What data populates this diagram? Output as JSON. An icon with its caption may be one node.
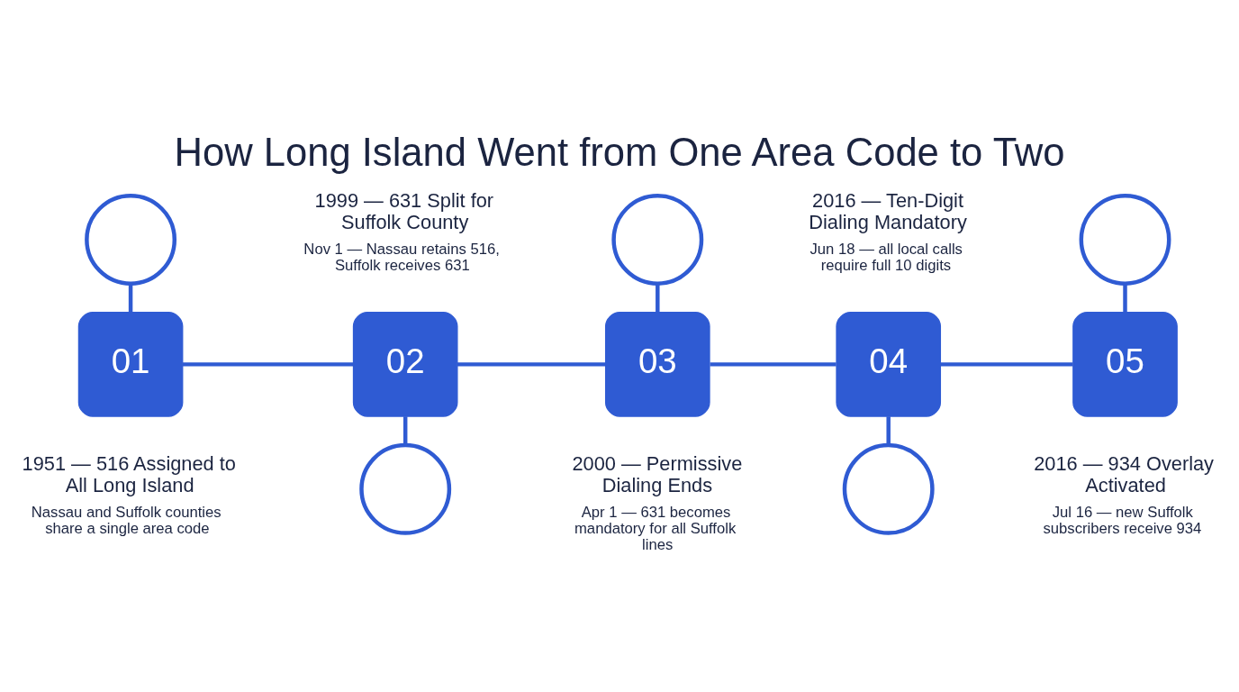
{
  "diagram": {
    "title": "How Long Island Went from One Area Code to Two",
    "nodes": [
      {
        "text": [
          "01"
        ],
        "beside": [
          "1951 — 516 Assigned to All Long Island",
          "Nassau and Suffolk counties share a single area code"
        ]
      },
      {
        "text": [
          "02"
        ],
        "beside": [
          "1999 — 631 Split for Suffolk County",
          "Nov 1 — Nassau retains 516, Suffolk receives 631"
        ]
      },
      {
        "text": [
          "03"
        ],
        "beside": [
          "2000 — Permissive Dialing Ends",
          "Apr 1 — 631 becomes mandatory for all Suffolk lines"
        ]
      },
      {
        "text": [
          "04"
        ],
        "beside": [
          "2016 — Ten-Digit Dialing Mandatory",
          "Jun 18 — all local calls require full 10 digits"
        ]
      },
      {
        "text": [
          "05"
        ],
        "beside": [
          "2016 — 934 Overlay Activated",
          "Jul 16 — new Suffolk subscribers receive 934"
        ]
      },
      {
        "text": [],
        "shape": "circle"
      },
      {
        "text": [],
        "shape": "circle"
      },
      {
        "text": [],
        "shape": "circle"
      },
      {
        "text": [],
        "shape": "circle"
      },
      {
        "text": [],
        "shape": "circle"
      }
    ],
    "edges": [
      {
        "from": 0,
        "to": 1,
        "arrow": "none"
      },
      {
        "from": 1,
        "to": 2,
        "arrow": "none"
      },
      {
        "from": 2,
        "to": 3,
        "arrow": "none"
      },
      {
        "from": 3,
        "to": 4,
        "arrow": "none"
      },
      {
        "from": 5,
        "to": 0,
        "arrow": "none"
      },
      {
        "from": 1,
        "to": 6,
        "arrow": "none"
      },
      {
        "from": 7,
        "to": 2,
        "arrow": "none"
      },
      {
        "from": 3,
        "to": 8,
        "arrow": "none"
      },
      {
        "from": 9,
        "to": 4,
        "arrow": "none"
      }
    ]
  }
}
